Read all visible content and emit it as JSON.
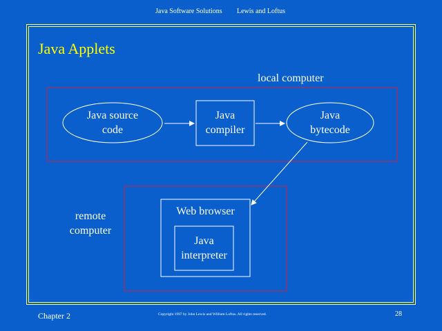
{
  "header": {
    "book_title": "Java Software Solutions",
    "authors": "Lewis and Loftus"
  },
  "slide": {
    "title": "Java Applets"
  },
  "diagram": {
    "local_region_label": "local computer",
    "remote_region_label": "remote computer",
    "source_line1": "Java source",
    "source_line2": "code",
    "compiler_line1": "Java",
    "compiler_line2": "compiler",
    "bytecode_line1": "Java",
    "bytecode_line2": "bytecode",
    "browser_label": "Web browser",
    "interpreter_line1": "Java",
    "interpreter_line2": "interpreter"
  },
  "footer": {
    "chapter": "Chapter 2",
    "copyright": "Copyright 1997 by John Lewis and William Loftus.  All rights reserved.",
    "page_number": "28"
  },
  "colors": {
    "background": "#0a5fcc",
    "title": "#ffff00",
    "frame": "#ffff66",
    "region_border": "#cc2244",
    "foreground": "#ffffff"
  }
}
